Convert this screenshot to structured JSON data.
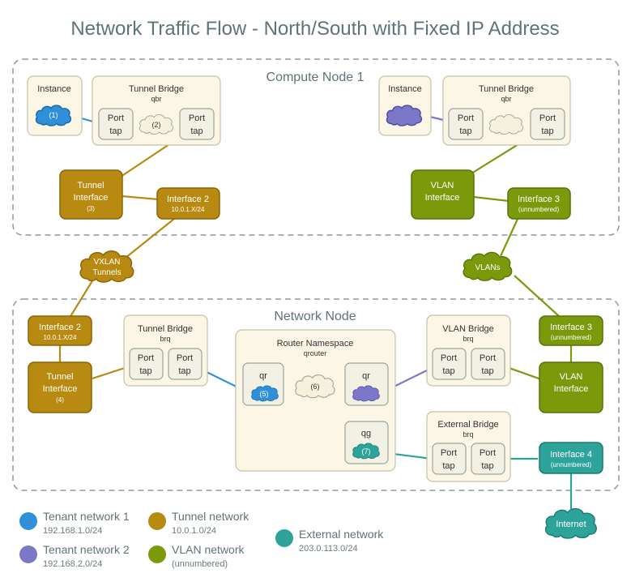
{
  "title": "Network Traffic Flow - North/South with Fixed IP Address",
  "colors": {
    "tenant1": "#2f8fd8",
    "tenant2": "#7b77c9",
    "tunnel": "#b98a12",
    "vlan": "#7a9a0c",
    "external": "#2da39a",
    "nodeBorder": "#8a9a9c"
  },
  "compute": {
    "label": "Compute Node 1",
    "left": {
      "instance": "Instance",
      "cloud": "(1)",
      "bridge_title": "Tunnel Bridge",
      "bridge_sub": "qbr",
      "cloud2": "(2)",
      "port_a": [
        "Port",
        "tap"
      ],
      "port_b": [
        "Port",
        "tap"
      ],
      "tunnel_iface": [
        "Tunnel",
        "Interface"
      ],
      "tunnel_iface_num": "(3)",
      "iface2": "Interface 2",
      "iface2_ip": "10.0.1.X/24"
    },
    "right": {
      "instance": "Instance",
      "bridge_title": "Tunnel Bridge",
      "bridge_sub": "qbr",
      "port_a": [
        "Port",
        "tap"
      ],
      "port_b": [
        "Port",
        "tap"
      ],
      "vlan_iface": [
        "VLAN",
        "Interface"
      ],
      "iface3": "Interface 3",
      "iface3_sub": "(unnumbered)"
    }
  },
  "clouds_mid": {
    "vxlan": [
      "VXLAN",
      "Tunnels"
    ],
    "vlans": "VLANs"
  },
  "network": {
    "label": "Network Node",
    "iface2": "Interface 2",
    "iface2_ip": "10.0.1.X/24",
    "tunnel_iface": [
      "Tunnel",
      "Interface"
    ],
    "tunnel_iface_num": "(4)",
    "tunnel_bridge_title": "Tunnel Bridge",
    "tunnel_bridge_sub": "brq",
    "port_a": [
      "Port",
      "tap"
    ],
    "port_b": [
      "Port",
      "tap"
    ],
    "router_title": "Router Namespace",
    "router_sub": "qrouter",
    "qr_left": "qr",
    "qr_right": "qr",
    "qr_left_num": "(5)",
    "router_cloud": "(6)",
    "qg": "qg",
    "qg_num": "(7)",
    "vlan_bridge_title": "VLAN Bridge",
    "vlan_bridge_sub": "brq",
    "vlan_port_a": [
      "Port",
      "tap"
    ],
    "vlan_port_b": [
      "Port",
      "tap"
    ],
    "ext_bridge_title": "External Bridge",
    "ext_bridge_sub": "brq",
    "ext_port_a": [
      "Port",
      "tap"
    ],
    "ext_port_b": [
      "Port",
      "tap"
    ],
    "iface3": "Interface 3",
    "iface3_sub": "(unnumbered)",
    "vlan_iface": [
      "VLAN",
      "Interface"
    ],
    "iface4": "Interface 4",
    "iface4_sub": "(unnumbered)"
  },
  "internet": "Internet",
  "legend": [
    {
      "name": "Tenant network 1",
      "sub": "192.168.1.0/24",
      "color": "#2f8fd8"
    },
    {
      "name": "Tenant network 2",
      "sub": "192.168.2.0/24",
      "color": "#7b77c9"
    },
    {
      "name": "Tunnel network",
      "sub": "10.0.1.0/24",
      "color": "#b98a12"
    },
    {
      "name": "VLAN network",
      "sub": "(unnumbered)",
      "color": "#7a9a0c"
    },
    {
      "name": "External network",
      "sub": "203.0.113.0/24",
      "color": "#2da39a"
    }
  ]
}
